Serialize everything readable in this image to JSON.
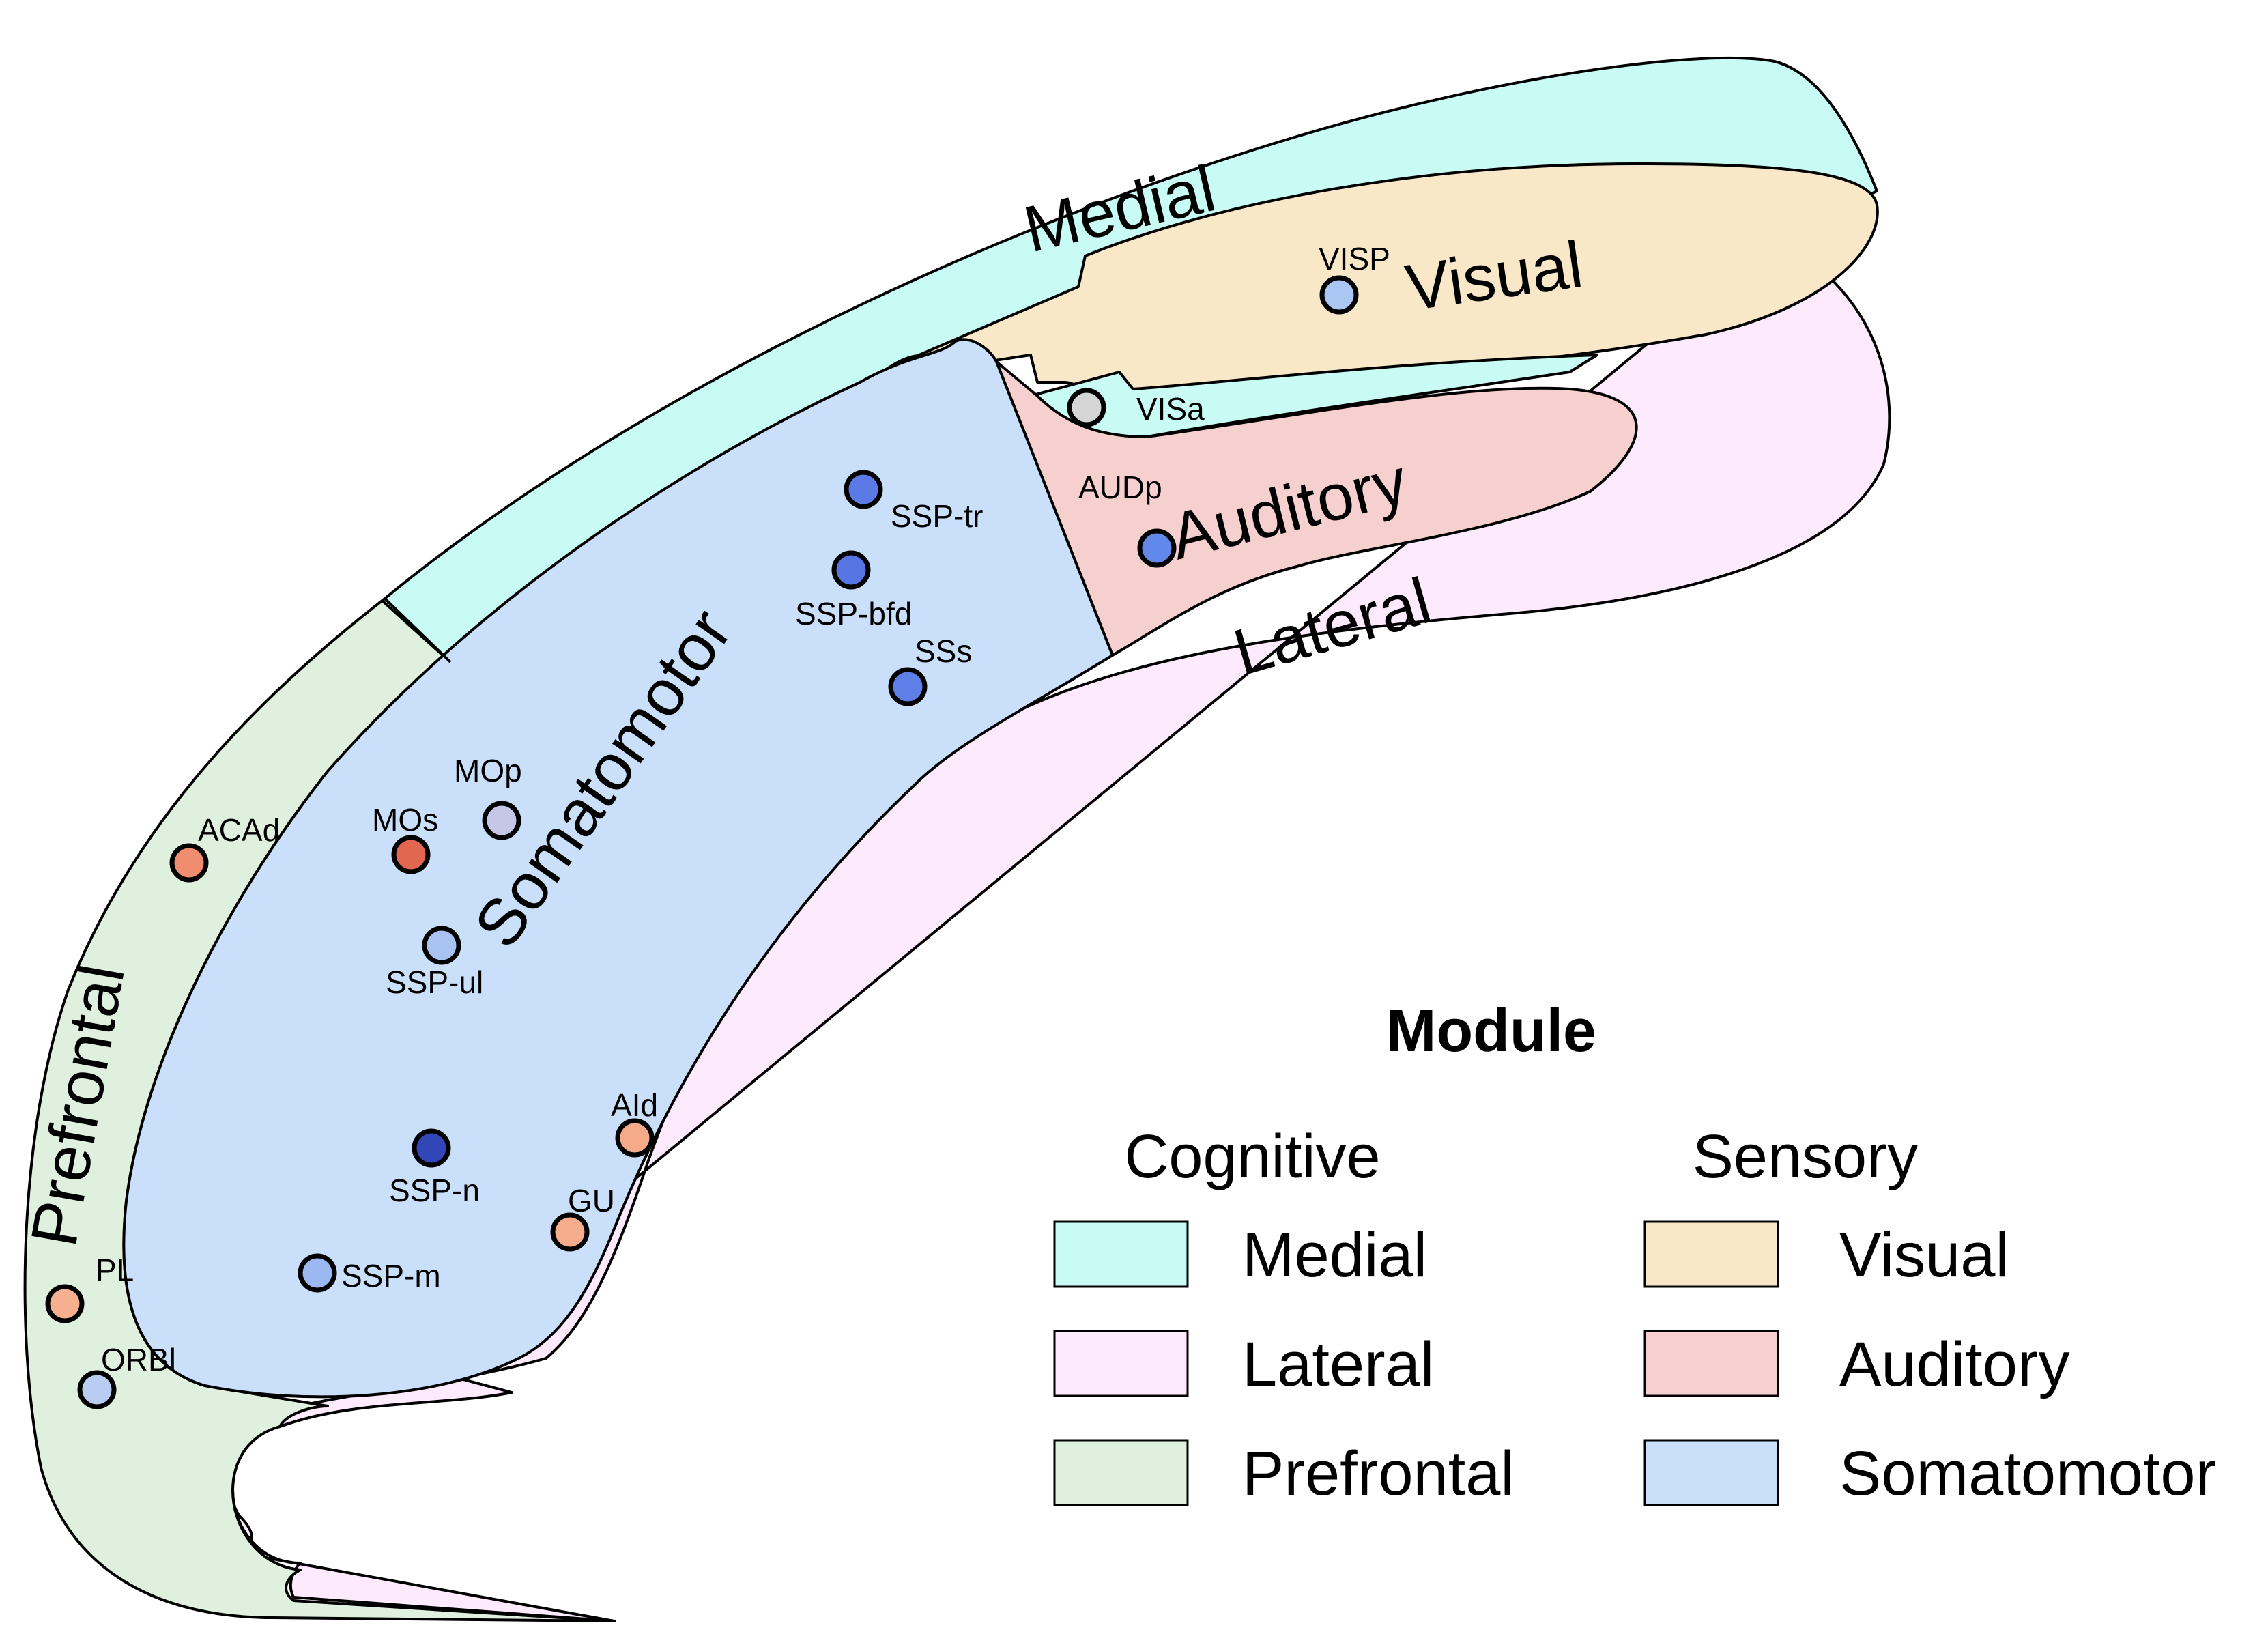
{
  "regions": {
    "medial": {
      "label": "Medial",
      "color": "#c8fbf4"
    },
    "visual": {
      "label": "Visual",
      "color": "#f9e8c8"
    },
    "auditory": {
      "label": "Auditory",
      "color": "#f6d0ce"
    },
    "lateral": {
      "label": "Lateral",
      "color": "#fdeafc"
    },
    "prefrontal": {
      "label": "Prefrontal",
      "color": "#dff1de"
    },
    "somatomotor": {
      "label": "Somatomotor",
      "color": "#c9dffa"
    }
  },
  "nodes": [
    {
      "id": "VISp",
      "label": "VISP",
      "color": "#aac6f2"
    },
    {
      "id": "VISa",
      "label": "VISa",
      "color": "#d5d5d5"
    },
    {
      "id": "SSP-tr",
      "label": "SSP-tr",
      "color": "#5b7ae6"
    },
    {
      "id": "SSP-bfd",
      "label": "SSP-bfd",
      "color": "#5674e2"
    },
    {
      "id": "SSs",
      "label": "SSs",
      "color": "#5e7fe8"
    },
    {
      "id": "AUDp",
      "label": "AUDp",
      "color": "#6288ec"
    },
    {
      "id": "MOp",
      "label": "MOp",
      "color": "#c6c6e6"
    },
    {
      "id": "MOs",
      "label": "MOs",
      "color": "#e2674e"
    },
    {
      "id": "ACAd",
      "label": "ACAd",
      "color": "#f08d70"
    },
    {
      "id": "SSP-ul",
      "label": "SSP-ul",
      "color": "#a8c2f1"
    },
    {
      "id": "AId",
      "label": "AId",
      "color": "#f5ab8a"
    },
    {
      "id": "GU",
      "label": "GU",
      "color": "#f5ad8e"
    },
    {
      "id": "SSP-n",
      "label": "SSP-n",
      "color": "#3246b8"
    },
    {
      "id": "SSP-m",
      "label": "SSP-m",
      "color": "#9cb8f0"
    },
    {
      "id": "PL",
      "label": "PL",
      "color": "#f4b08f"
    },
    {
      "id": "ORBl",
      "label": "ORBl",
      "color": "#b9cdf3"
    }
  ],
  "legend": {
    "title": "Module",
    "groups": [
      {
        "label": "Cognitive",
        "items": [
          {
            "label": "Medial",
            "color": "#c8fbf4"
          },
          {
            "label": "Lateral",
            "color": "#fdeafc"
          },
          {
            "label": "Prefrontal",
            "color": "#dff1de"
          }
        ]
      },
      {
        "label": "Sensory",
        "items": [
          {
            "label": "Visual",
            "color": "#f9e8c8"
          },
          {
            "label": "Auditory",
            "color": "#f6d0ce"
          },
          {
            "label": "Somatomotor",
            "color": "#c9dffa"
          }
        ]
      }
    ]
  }
}
